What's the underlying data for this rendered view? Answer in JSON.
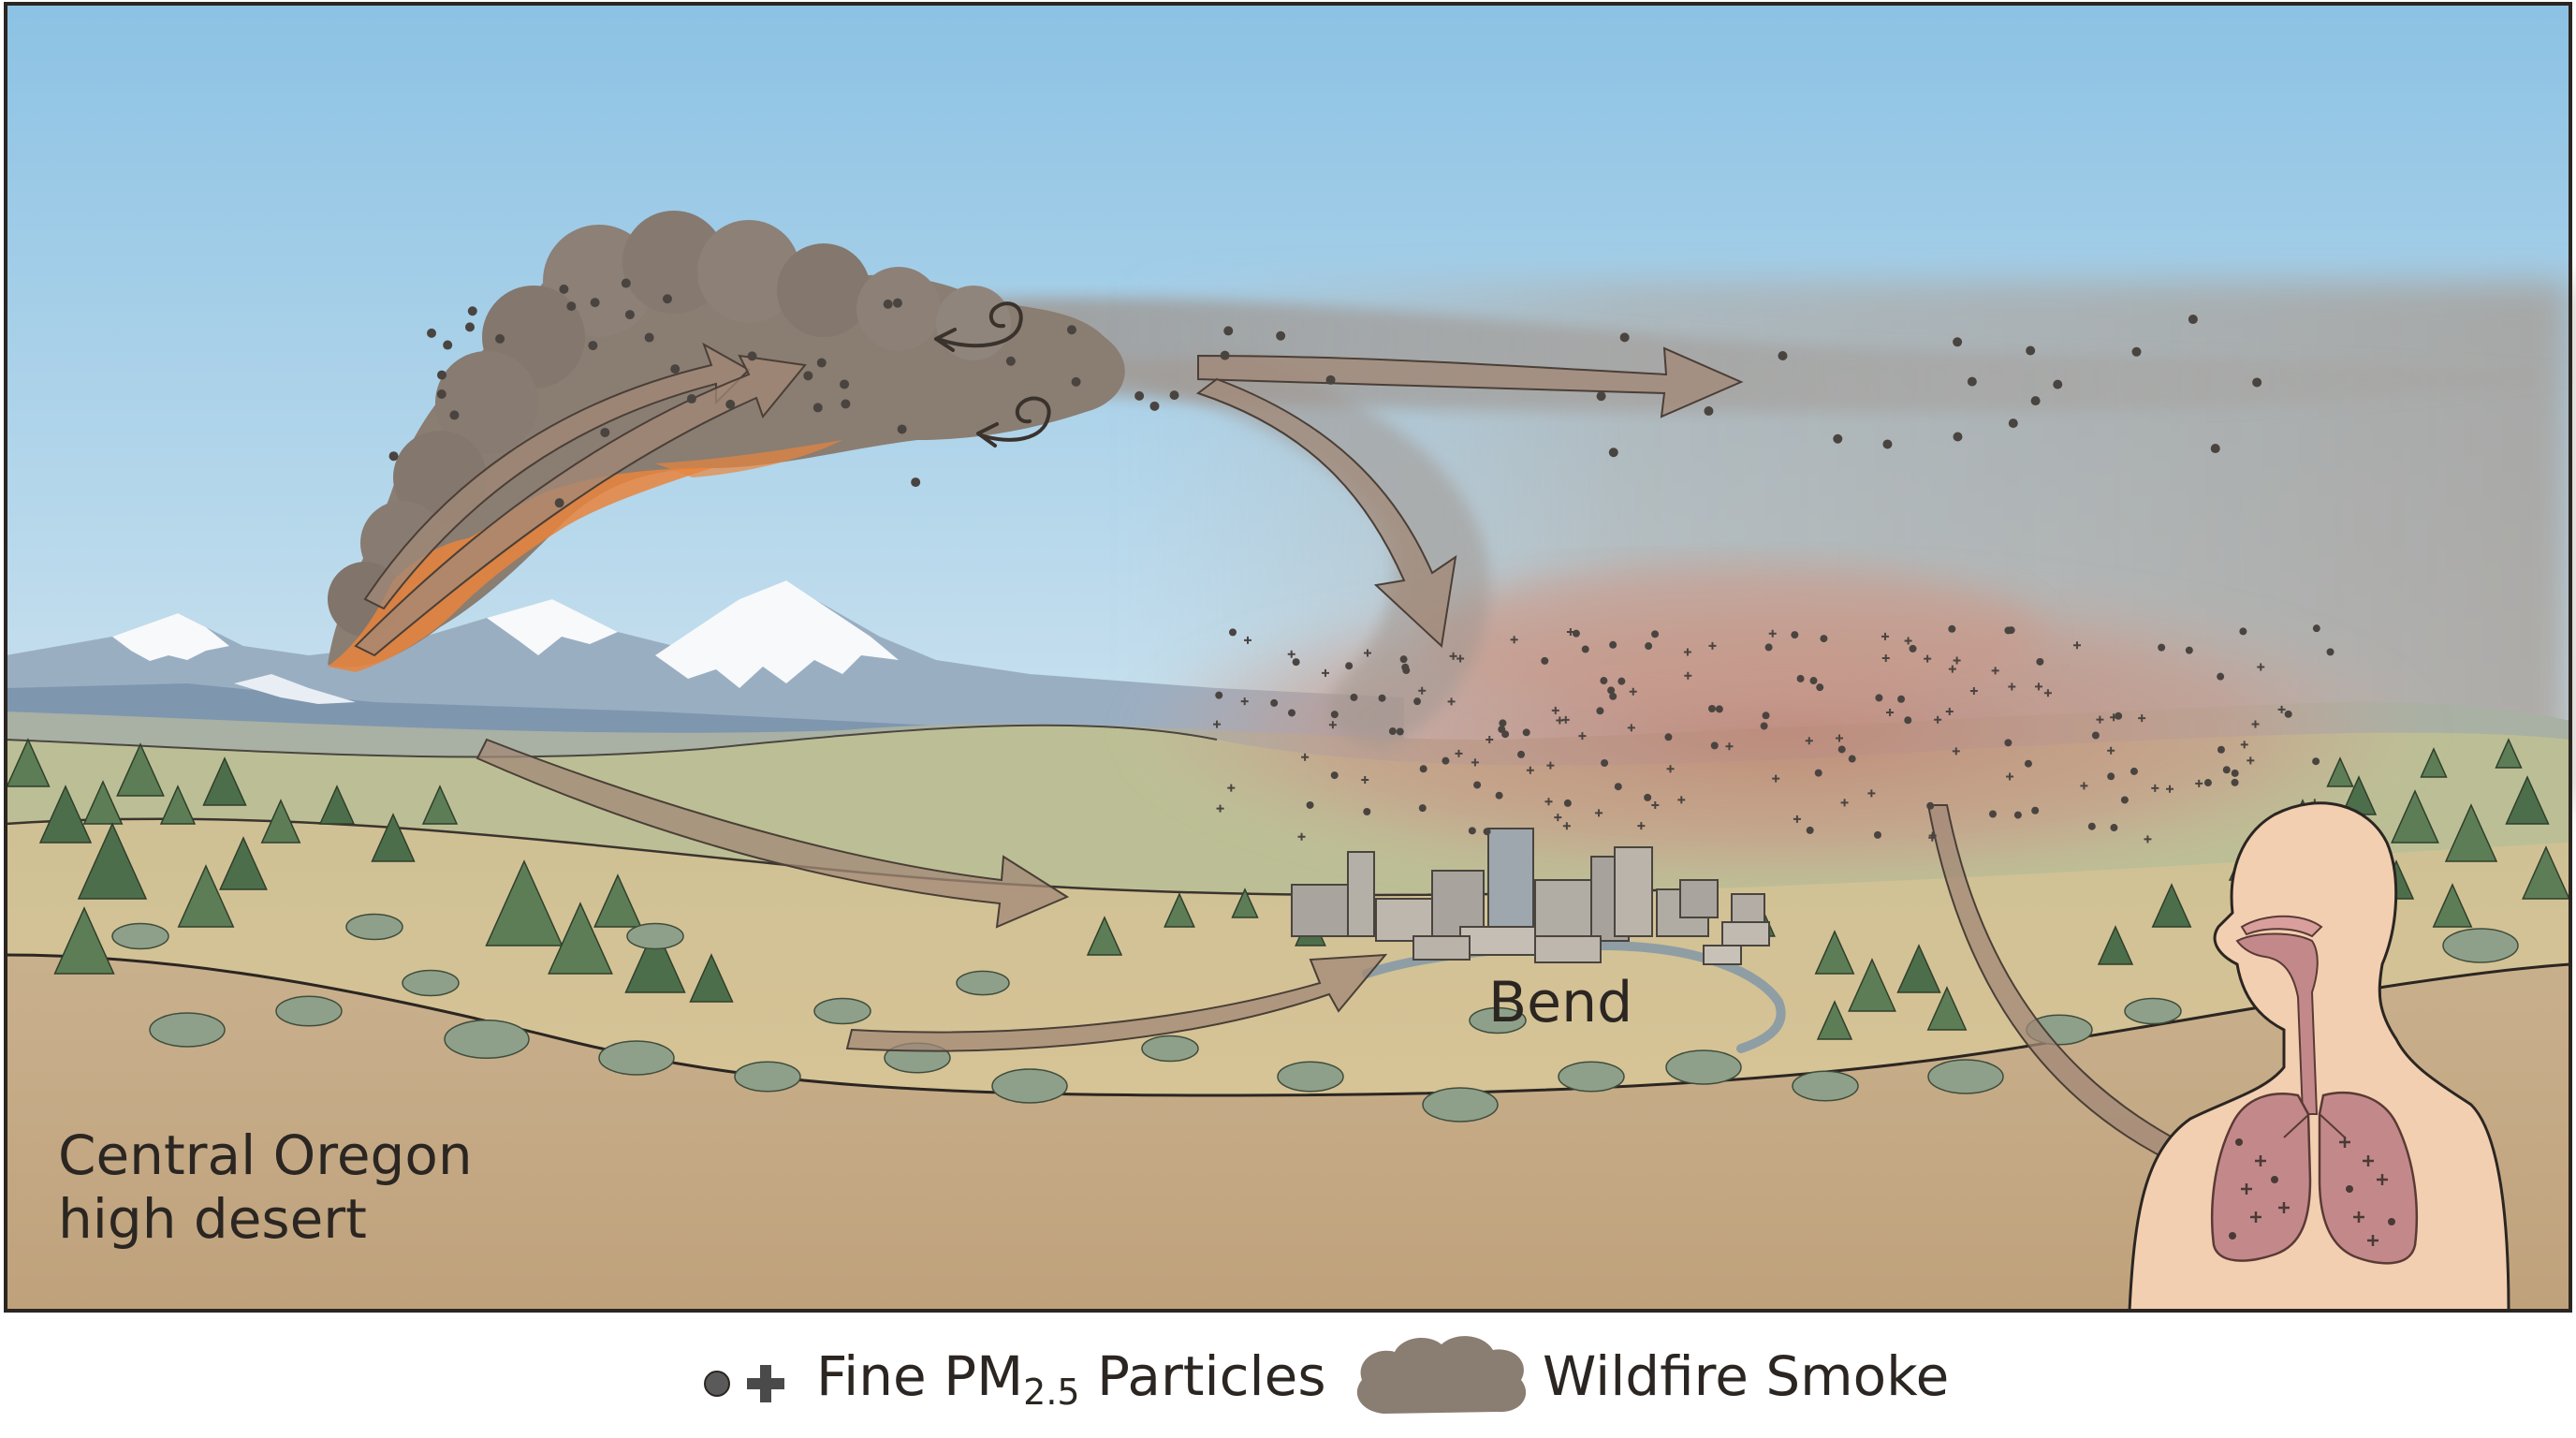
{
  "labels": {
    "region_line1": "Central Oregon",
    "region_line2": "high desert",
    "city": "Bend"
  },
  "legend": {
    "particles_prefix": "Fine PM",
    "particles_subscript": "2.5",
    "particles_suffix": " Particles",
    "smoke_label": "Wildfire Smoke"
  },
  "colors": {
    "sky_top": "#8fc4e4",
    "sky_horizon": "#e4ecee",
    "smoke": "#8a7d72",
    "smoke_dark": "#6e6259",
    "fire": "#e8843c",
    "haze": "#c48a7c",
    "ground": "#c7ab86",
    "field": "#d8c492",
    "tree": "#4d6e4a",
    "skin": "#f2cfb0",
    "lung": "#c3898a",
    "arrow": "#a18877",
    "outline": "#2b2622"
  },
  "icons": {
    "fire_plume": "smoke-plume-icon",
    "swirl": "swirl-icon",
    "particle_dot": "particle-dot-icon",
    "particle_cross": "particle-cross-icon",
    "smoke_cloud": "smoke-cloud-icon",
    "person": "human-respiratory-icon"
  }
}
